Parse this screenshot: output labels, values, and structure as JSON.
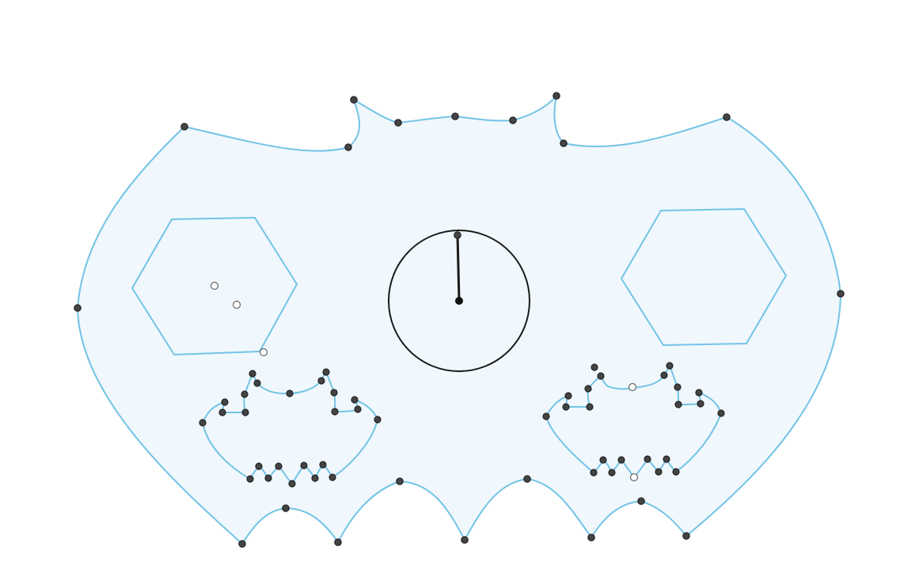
{
  "canvas": {
    "shape_fill_color": "#f0f8fd",
    "shape_stroke_color": "#73c3e6",
    "circle_stroke_color": "#1a1a1a",
    "anchor_point_color": "#444444",
    "control_point_color": "#ffffff",
    "background_color": "#ffffff"
  },
  "elements": {
    "outer_shape": "bat-logo-outline",
    "left_eye": "hexagon",
    "right_eye": "hexagon",
    "center": "circle-with-radius",
    "left_cutout": "bat-shape",
    "right_cutout": "bat-shape"
  }
}
